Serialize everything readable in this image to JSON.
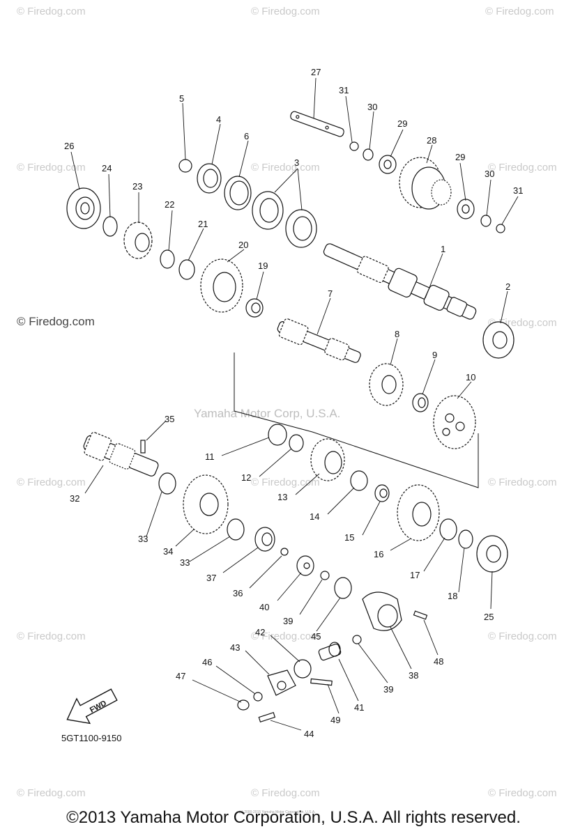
{
  "watermark_text": "© Firedog.com",
  "center_watermark": "Yamaha Motor Corp, U.S.A.",
  "fwd_label": "FWD",
  "part_code": "5GT1100-9150",
  "tiny_text": "(c) 2000-2015 Yamaha Motor Corporation, U.S.A.",
  "copyright": "©2013 Yamaha Motor Corporation, U.S.A. All rights reserved.",
  "callouts": [
    "1",
    "2",
    "3",
    "4",
    "5",
    "6",
    "7",
    "8",
    "9",
    "10",
    "11",
    "12",
    "13",
    "14",
    "15",
    "16",
    "17",
    "18",
    "19",
    "20",
    "21",
    "22",
    "23",
    "24",
    "25",
    "26",
    "27",
    "28",
    "29",
    "30",
    "31",
    "32",
    "33",
    "34",
    "35",
    "36",
    "37",
    "38",
    "39",
    "40",
    "41",
    "42",
    "43",
    "44",
    "45",
    "46",
    "47",
    "48",
    "49"
  ]
}
